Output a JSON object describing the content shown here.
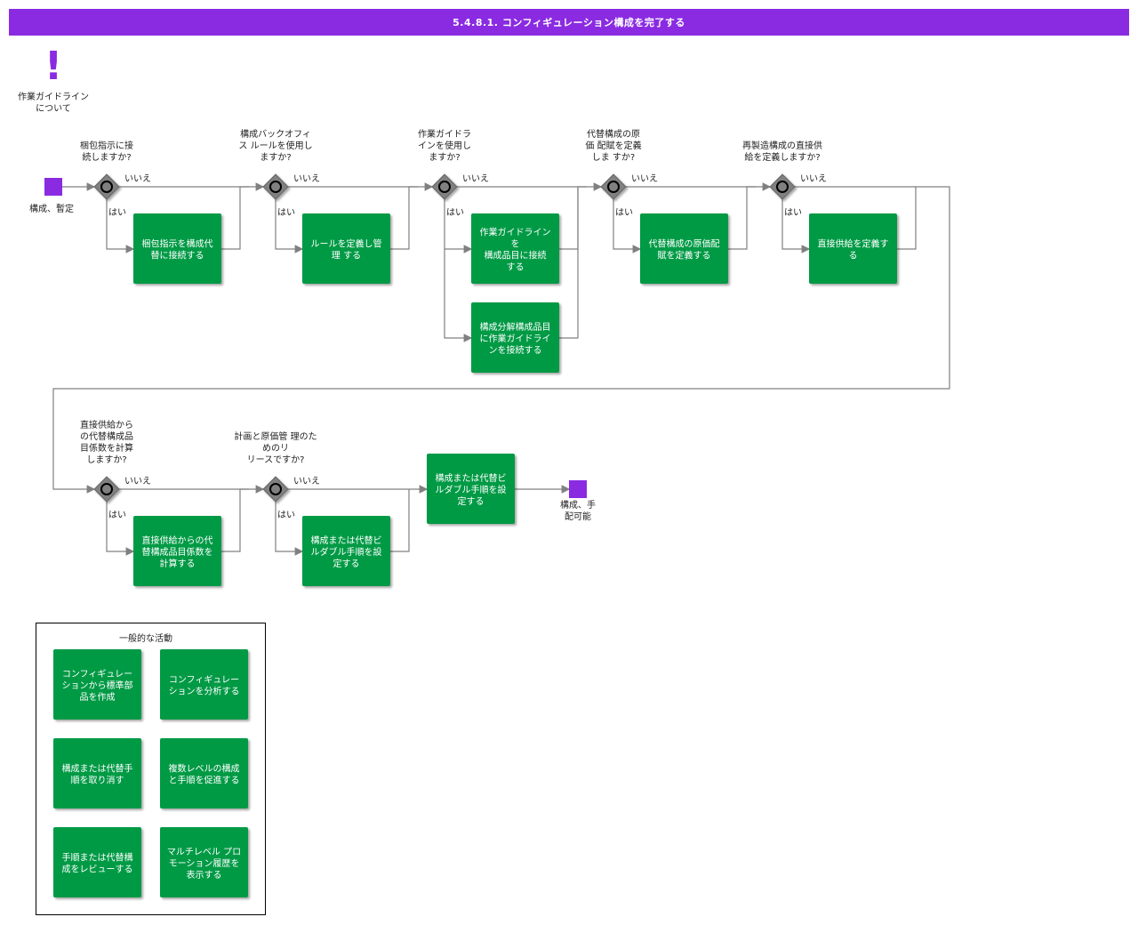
{
  "header": {
    "title": "5.4.8.1. コンフィギュレーション構成を完了する"
  },
  "guide": {
    "icon": "exclamation-icon",
    "label": "作業ガイドラインについて"
  },
  "colors": {
    "accent": "#8a2be2",
    "task": "#009a44",
    "gateway": "#808080",
    "line": "#808080"
  },
  "flow": {
    "start": {
      "label": "構成、暫定"
    },
    "end": {
      "label": "構成、手配可能"
    },
    "gateways": [
      {
        "question": [
          "梱包指示に接",
          "続しますか?"
        ],
        "yes": "はい",
        "no": "いいえ"
      },
      {
        "question": [
          "構成バックオフィ",
          "ス ルールを使用し",
          "ますか?"
        ],
        "yes": "はい",
        "no": "いいえ"
      },
      {
        "question": [
          "作業ガイドラ",
          "インを使用し",
          "ますか?"
        ],
        "yes": "はい",
        "no": "いいえ"
      },
      {
        "question": [
          "代替構成の原",
          "価 配賦を定義",
          "しま すか?"
        ],
        "yes": "はい",
        "no": "いいえ"
      },
      {
        "question": [
          "再製造構成の直接供",
          "給を定義しますか?"
        ],
        "yes": "はい",
        "no": "いいえ"
      },
      {
        "question": [
          "直接供給から",
          "の代替構成品",
          "目係数を計算",
          "しますか?"
        ],
        "yes": "はい",
        "no": "いいえ"
      },
      {
        "question": [
          "計画と原価管 理のた",
          "めのリ",
          "リースですか?"
        ],
        "yes": "はい",
        "no": "いいえ"
      }
    ],
    "tasks": [
      {
        "lines": [
          "梱包指示を構成代",
          "替に接続する"
        ]
      },
      {
        "lines": [
          "ルールを定義し管",
          "理 する"
        ]
      },
      {
        "lines": [
          "作業ガイドライン",
          "を",
          "構成品目に接続",
          "する"
        ]
      },
      {
        "lines": [
          "構成分解構成品目",
          "に作業ガイドライ",
          "ンを接続する"
        ]
      },
      {
        "lines": [
          "代替構成の原価配",
          "賦を定義する"
        ]
      },
      {
        "lines": [
          "直接供給を定義す",
          "る"
        ]
      },
      {
        "lines": [
          "直接供給からの代",
          "替構成品目係数を",
          "計算する"
        ]
      },
      {
        "lines": [
          "構成または代替ビ",
          "ルダブル手順を設",
          "定する"
        ]
      },
      {
        "lines": [
          "構成または代替ビ",
          "ルダブル手順を設",
          "定する"
        ]
      }
    ]
  },
  "legend": {
    "title": "一般的な活動",
    "items": [
      {
        "lines": [
          "コンフィギュレー",
          "ションから標準部",
          "品を作成"
        ]
      },
      {
        "lines": [
          "コンフィギュレー",
          "ションを分析する"
        ]
      },
      {
        "lines": [
          "構成または代替手",
          "順を取り消す"
        ]
      },
      {
        "lines": [
          "複数レベルの構成",
          "と手順を促進する"
        ]
      },
      {
        "lines": [
          "手順または代替構",
          "成をレビューする"
        ]
      },
      {
        "lines": [
          "マルチレベル プロ",
          "モーション履歴を",
          "表示する"
        ]
      }
    ]
  }
}
